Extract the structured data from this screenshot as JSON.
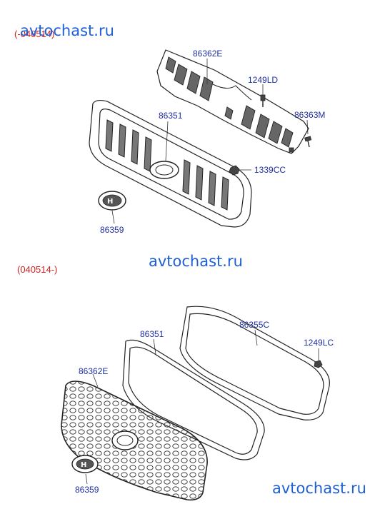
{
  "watermark": "avtochast.ru",
  "sections": [
    {
      "date_range": "(-040514)",
      "parts": {
        "grille_insert": "86362E",
        "screw": "1249LD",
        "clip": "86363M",
        "grille": "86351",
        "nut": "1339CC",
        "emblem": "86359"
      }
    },
    {
      "date_range": "(040514-)",
      "parts": {
        "cover": "86355C",
        "screw": "1249LC",
        "grille": "86351",
        "grille_insert": "86362E",
        "emblem": "86359"
      }
    }
  ]
}
